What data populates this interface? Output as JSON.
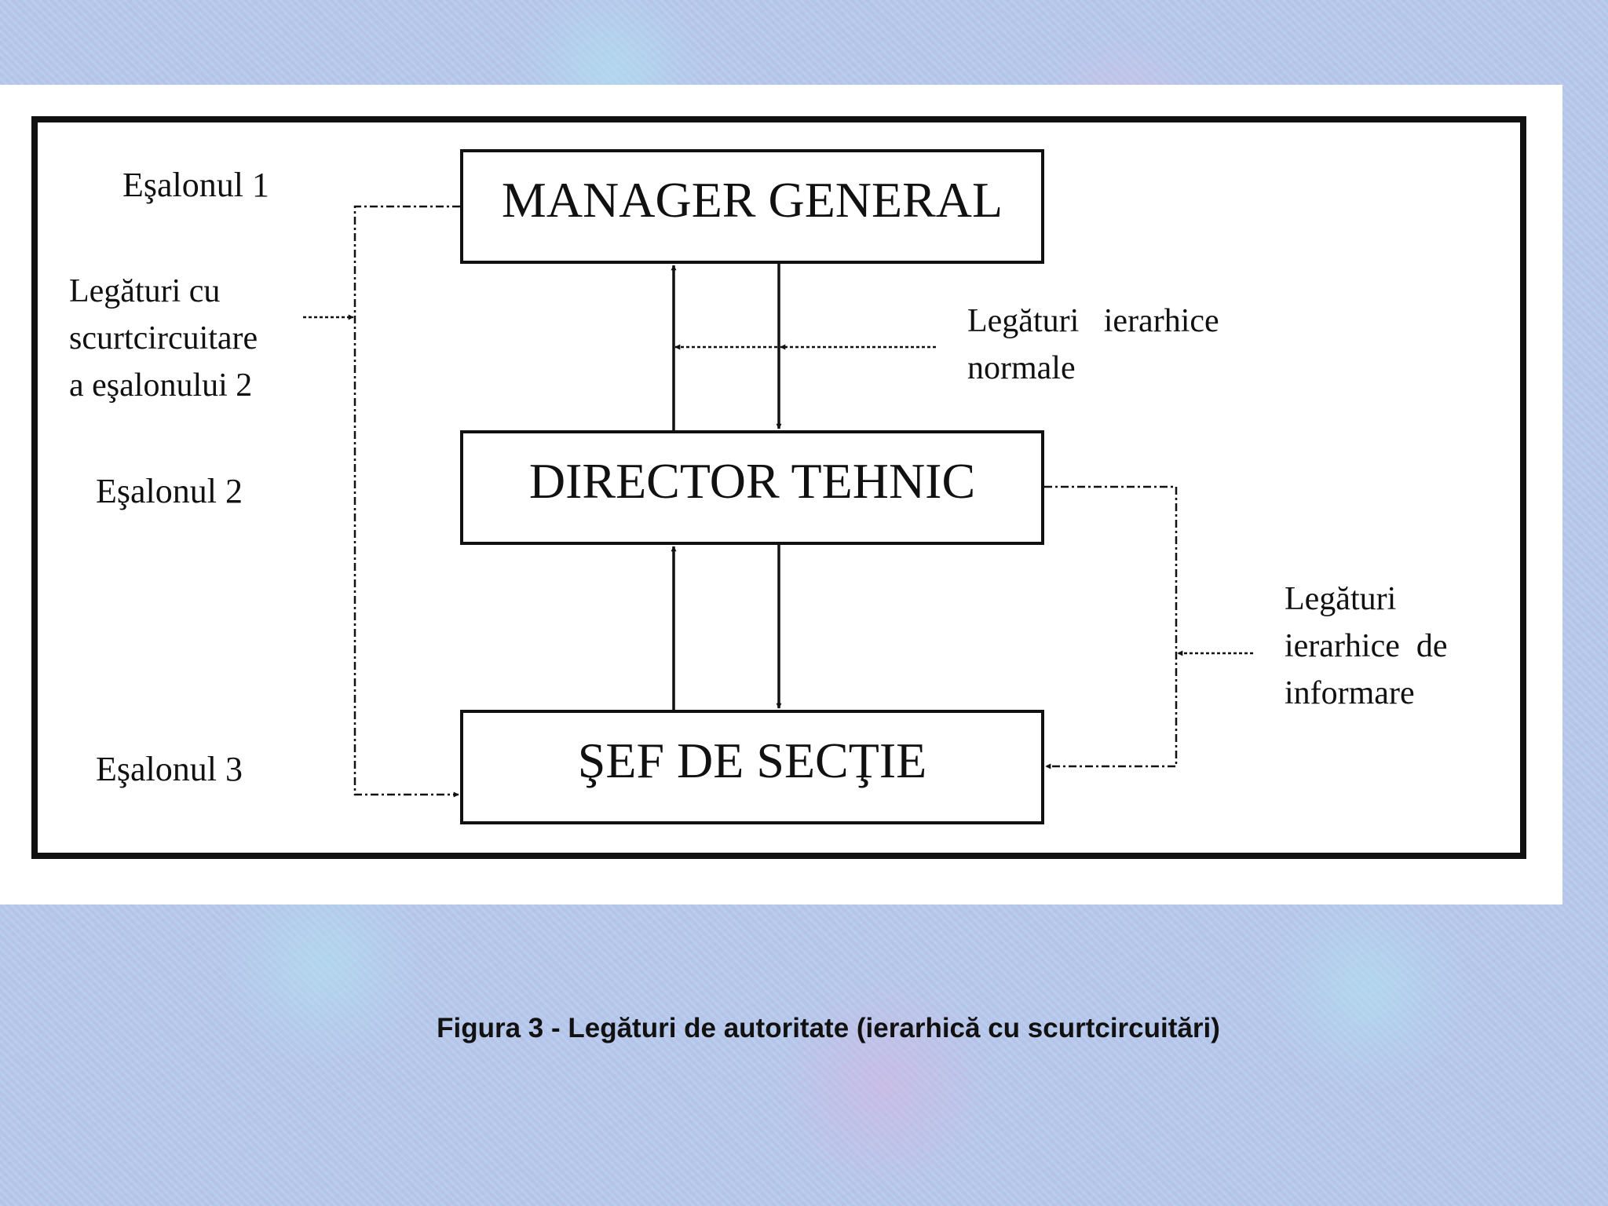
{
  "diagram": {
    "levels": [
      {
        "key": "level-1",
        "label": "Eşalonul 1"
      },
      {
        "key": "level-2",
        "label": "Eşalonul 2"
      },
      {
        "key": "level-3",
        "label": "Eşalonul 3"
      }
    ],
    "boxes": [
      {
        "key": "manager-general",
        "label": "MANAGER GENERAL"
      },
      {
        "key": "director-tehnic",
        "label": "DIRECTOR TEHNIC"
      },
      {
        "key": "sef-de-sectie",
        "label": "ŞEF DE SECŢIE"
      }
    ],
    "annotations": {
      "short_circuit": [
        "Legături cu",
        "scurtcircuitare",
        "a eşalonului 2"
      ],
      "normal_hierarchy": [
        "Legături   ierarhice",
        "normale"
      ],
      "information_hierarchy": [
        "Legături",
        "ierarhice  de",
        "informare"
      ]
    }
  },
  "caption": "Figura 3 - Legături de autoritate (ierarhică cu scurtcircuitări)",
  "colors": {
    "ink": "#111111",
    "panel": "#ffffff",
    "background": "#b7c8ea"
  }
}
